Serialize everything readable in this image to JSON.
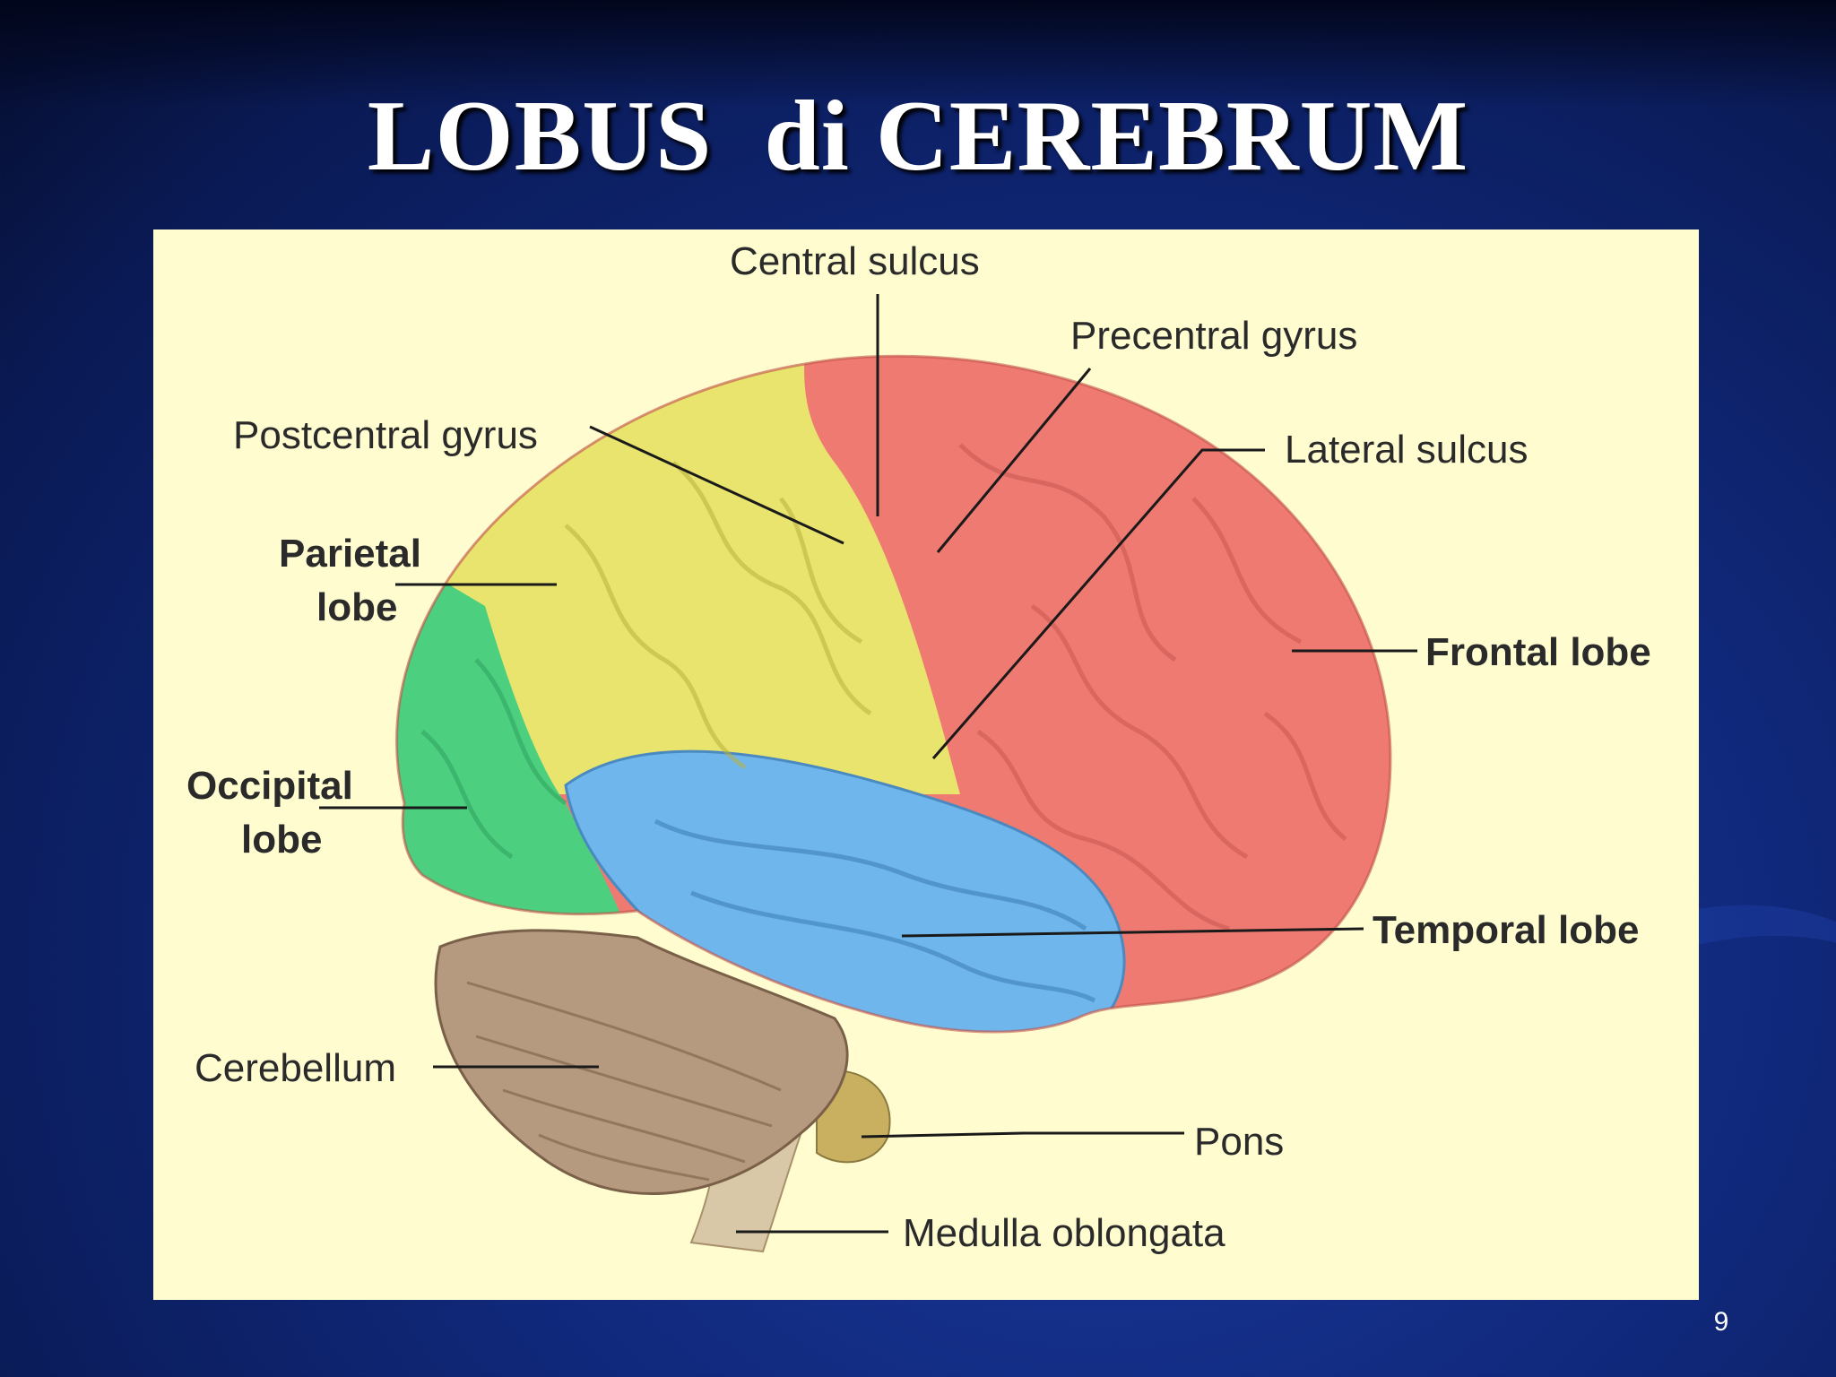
{
  "slide": {
    "title": "LOBUS  di CEREBRUM",
    "page_number": "9"
  },
  "diagram": {
    "labels": {
      "central_sulcus": "Central sulcus",
      "precentral_gyrus": "Precentral gyrus",
      "postcentral_gyrus": "Postcentral gyrus",
      "lateral_sulcus": "Lateral sulcus",
      "parietal_lobe_line1": "Parietal",
      "parietal_lobe_line2": "lobe",
      "frontal_lobe": "Frontal lobe",
      "occipital_lobe_line1": "Occipital",
      "occipital_lobe_line2": "lobe",
      "temporal_lobe": "Temporal lobe",
      "cerebellum": "Cerebellum",
      "pons": "Pons",
      "medulla_oblongata": "Medulla oblongata"
    },
    "colors": {
      "frontal": "#ee7a72",
      "parietal": "#e8e46e",
      "occipital": "#4ccf7f",
      "temporal": "#6fb6ec",
      "cerebellum": "#b59a80",
      "brainstem": "#d9c8a8",
      "background": "#fffcd0"
    }
  }
}
